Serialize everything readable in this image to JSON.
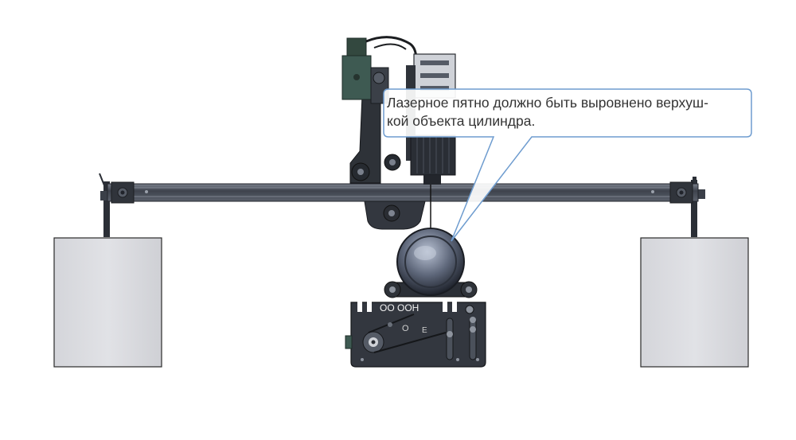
{
  "callout": {
    "line1": "Лазерное пятно должно быть выровнено верхуш-",
    "line2": "кой объекта цилиндра."
  },
  "machine_labels": {
    "main": "OO OOH",
    "small_o": "O",
    "small_e": "E"
  },
  "colors": {
    "metal_dark": "#2b2f36",
    "motor_green": "#3e5a52",
    "beam": "#4c5360",
    "block_fill": "#d9dade",
    "callout_border": "#6e9ccf"
  }
}
